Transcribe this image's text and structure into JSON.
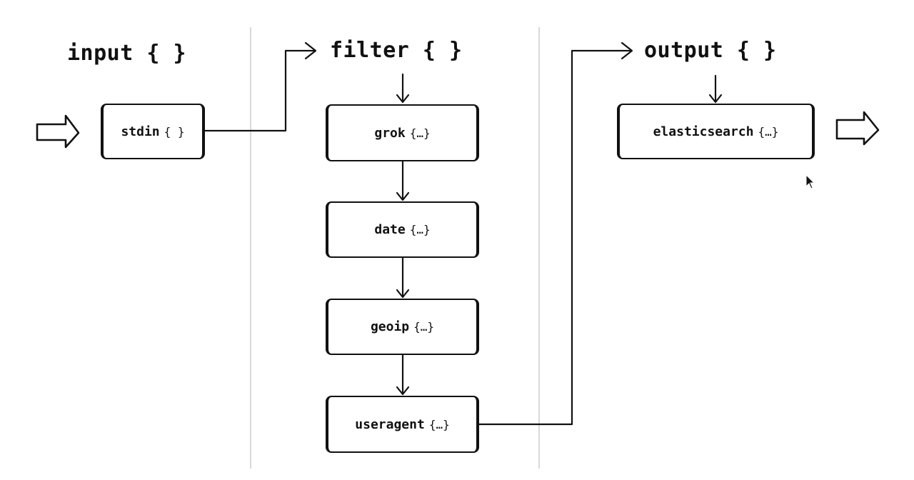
{
  "sections": {
    "input": "input { }",
    "filter": "filter { }",
    "output": "output { }"
  },
  "plugins": {
    "stdin": {
      "name": "stdin",
      "braces": "{ }"
    },
    "grok": {
      "name": "grok",
      "braces": "{…}"
    },
    "date": {
      "name": "date",
      "braces": "{…}"
    },
    "geoip": {
      "name": "geoip",
      "braces": "{…}"
    },
    "useragent": {
      "name": "useragent",
      "braces": "{…}"
    },
    "elasticsearch": {
      "name": "elasticsearch",
      "braces": "{…}"
    }
  },
  "icons": {
    "flow_in": "hollow-arrow-right-icon",
    "flow_out": "hollow-arrow-right-icon",
    "pointer": "mouse-cursor-icon"
  },
  "colors": {
    "stroke": "#111111",
    "divider": "#d9d9d9",
    "background": "#ffffff"
  }
}
